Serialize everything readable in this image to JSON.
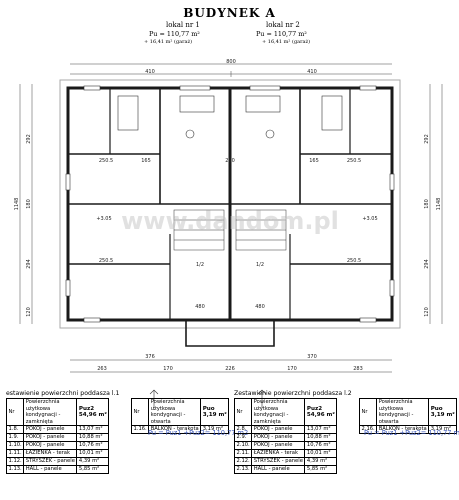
{
  "title": "BUDYNEK A",
  "units": [
    {
      "name": "lokal nr 1",
      "area": "Pu = 110,77 m²",
      "garage": "+ 16,41 m² (garaż)"
    },
    {
      "name": "lokal nr 2",
      "area": "Pu = 110,77 m²",
      "garage": "+ 16,41 m² (garaż)"
    }
  ],
  "dimensions": {
    "top_total": "800",
    "top_segments": [
      "410",
      "410"
    ],
    "bottom_segments": [
      "263",
      "170",
      "226",
      "170",
      "283"
    ],
    "bottom_inner": [
      "376",
      "370"
    ],
    "left_total": "1148",
    "left_segments": [
      "292",
      "180",
      "294",
      "120"
    ],
    "right_total": "1148",
    "right_segments": [
      "292",
      "180",
      "294",
      "120"
    ],
    "room_widths": [
      "250.5",
      "165",
      "290",
      "165",
      "250.5"
    ],
    "living_widths": [
      "250.5",
      "480",
      "480",
      "250.5"
    ],
    "level": "+3.05",
    "stair_label": "1/2"
  },
  "watermark": "www.dandom.pl",
  "tables": {
    "left": {
      "caption": "estawienie powierzchni poddasza l.1",
      "header": {
        "nr": "Nr",
        "desc": "Powierzchnia użytkowa kondygnacji - zamknięta",
        "unit": "Puz2",
        "total": "54,96 m²"
      },
      "rows": [
        {
          "nr": "1.8.",
          "name": "POKÓJ - panele",
          "area": "13,07 m²"
        },
        {
          "nr": "1.9.",
          "name": "POKÓJ - panele",
          "area": "10,88 m²"
        },
        {
          "nr": "1.10.",
          "name": "POKÓJ - panele",
          "area": "10,76 m²"
        },
        {
          "nr": "1.11.",
          "name": "ŁAZIENKA - terak",
          "area": "10,01 m²"
        },
        {
          "nr": "1.12.",
          "name": "STRYSZEK - panele",
          "area": "4,39 m²"
        },
        {
          "nr": "1.13.",
          "name": "HALL - panele",
          "area": "5,85 m²"
        }
      ],
      "balcony": {
        "header_nr": "Nr",
        "header_desc": "Powierzchnia użytkowa kondygnacji - otwarta",
        "header_unit": "Puo",
        "total": "3,19 m²",
        "nr": "1.16.",
        "name": "BALKON - terakota",
        "area": "3,19 m²"
      },
      "sum": "Pu = Puz1 +Puz2= 110,77 m2"
    },
    "right": {
      "caption": "Zestawienie powierzchni poddasza l.2",
      "header": {
        "nr": "Nr",
        "desc": "Powierzchnia użytkowa kondygnacji - zamknięta",
        "unit": "Puz2",
        "total": "54,96 m²"
      },
      "rows": [
        {
          "nr": "2.8.",
          "name": "POKÓJ - panele",
          "area": "13,07 m²"
        },
        {
          "nr": "2.9.",
          "name": "POKÓJ - panele",
          "area": "10,88 m²"
        },
        {
          "nr": "2.10.",
          "name": "POKÓJ - panele",
          "area": "10,76 m²"
        },
        {
          "nr": "2.11.",
          "name": "ŁAZIENKA - terak",
          "area": "10,01 m²"
        },
        {
          "nr": "2.12.",
          "name": "STRYSZEK - panele",
          "area": "4,39 m²"
        },
        {
          "nr": "2.13.",
          "name": "HALL - panele",
          "area": "5,85 m²"
        }
      ],
      "balcony": {
        "header_nr": "Nr",
        "header_desc": "Powierzchnia użytkowa kondygnacji - otwarta",
        "header_unit": "Puo",
        "total": "3,19 m²",
        "nr": "2.16.",
        "name": "BALKON - terakota",
        "area": "3,19 m²"
      },
      "sum": "Pu = Puz1 +Puz2= 110,77 m2"
    }
  },
  "colors": {
    "wall": "#1a1a1a",
    "dim": "#222222",
    "sum_text": "#3a56b8",
    "watermark": "#c8c8c8"
  }
}
